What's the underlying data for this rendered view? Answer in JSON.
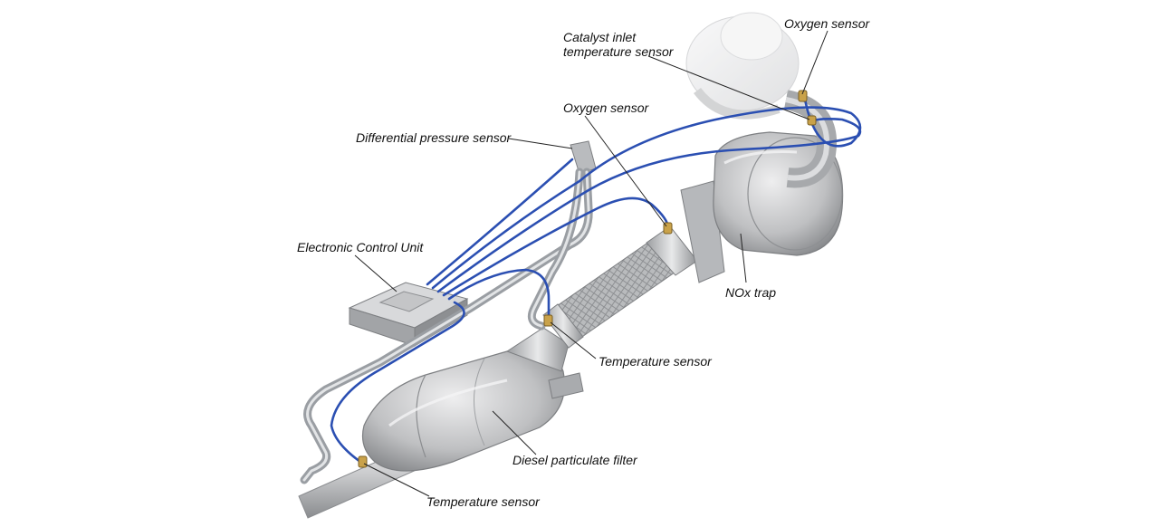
{
  "colors": {
    "wire": "#2b4fb2",
    "metal_dark": "#8d8f92",
    "metal_mid": "#c4c5c7",
    "metal_light": "#ecedee",
    "sensor_brass": "#c9a24a",
    "background": "#ffffff"
  },
  "labels": {
    "oxygen_sensor_top": "Oxygen sensor",
    "catalyst_inlet_line1": "Catalyst inlet",
    "catalyst_inlet_line2": "temperature sensor",
    "oxygen_sensor_mid": "Oxygen sensor",
    "differential_pressure": "Differential pressure sensor",
    "ecu": "Electronic Control Unit",
    "nox_trap": "NOx trap",
    "temperature_sensor_mid": "Temperature sensor",
    "dpf": "Diesel particulate filter",
    "temperature_sensor_bottom": "Temperature sensor"
  }
}
